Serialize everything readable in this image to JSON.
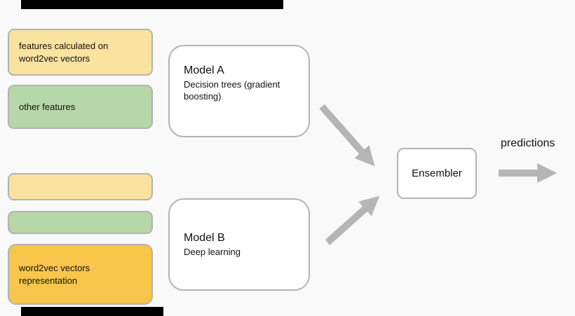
{
  "canvas": {
    "background": "#f9f9f9"
  },
  "decorations": {
    "top_bar_color": "#000000",
    "bottom_bar_color": "#000000"
  },
  "inputs": {
    "feature_box_1": {
      "label": "features calculated on word2vec vectors",
      "color": "#FAE29F"
    },
    "feature_box_2": {
      "label": "other features",
      "color": "#B6D7A8"
    },
    "feature_box_3": {
      "label": "",
      "color": "#FAE29F"
    },
    "feature_box_4": {
      "label": "",
      "color": "#B6D7A8"
    },
    "feature_box_5": {
      "label": "word2vec vectors representation",
      "color": "#F7C64A"
    }
  },
  "models": {
    "model_a": {
      "title": "Model A",
      "subtitle": "Decision trees (gradient boosting)"
    },
    "model_b": {
      "title": "Model B",
      "subtitle": "Deep learning"
    }
  },
  "ensembler": {
    "label": "Ensembler"
  },
  "output": {
    "label": "predictions"
  },
  "arrows": {
    "color": "#B5B5B5"
  }
}
